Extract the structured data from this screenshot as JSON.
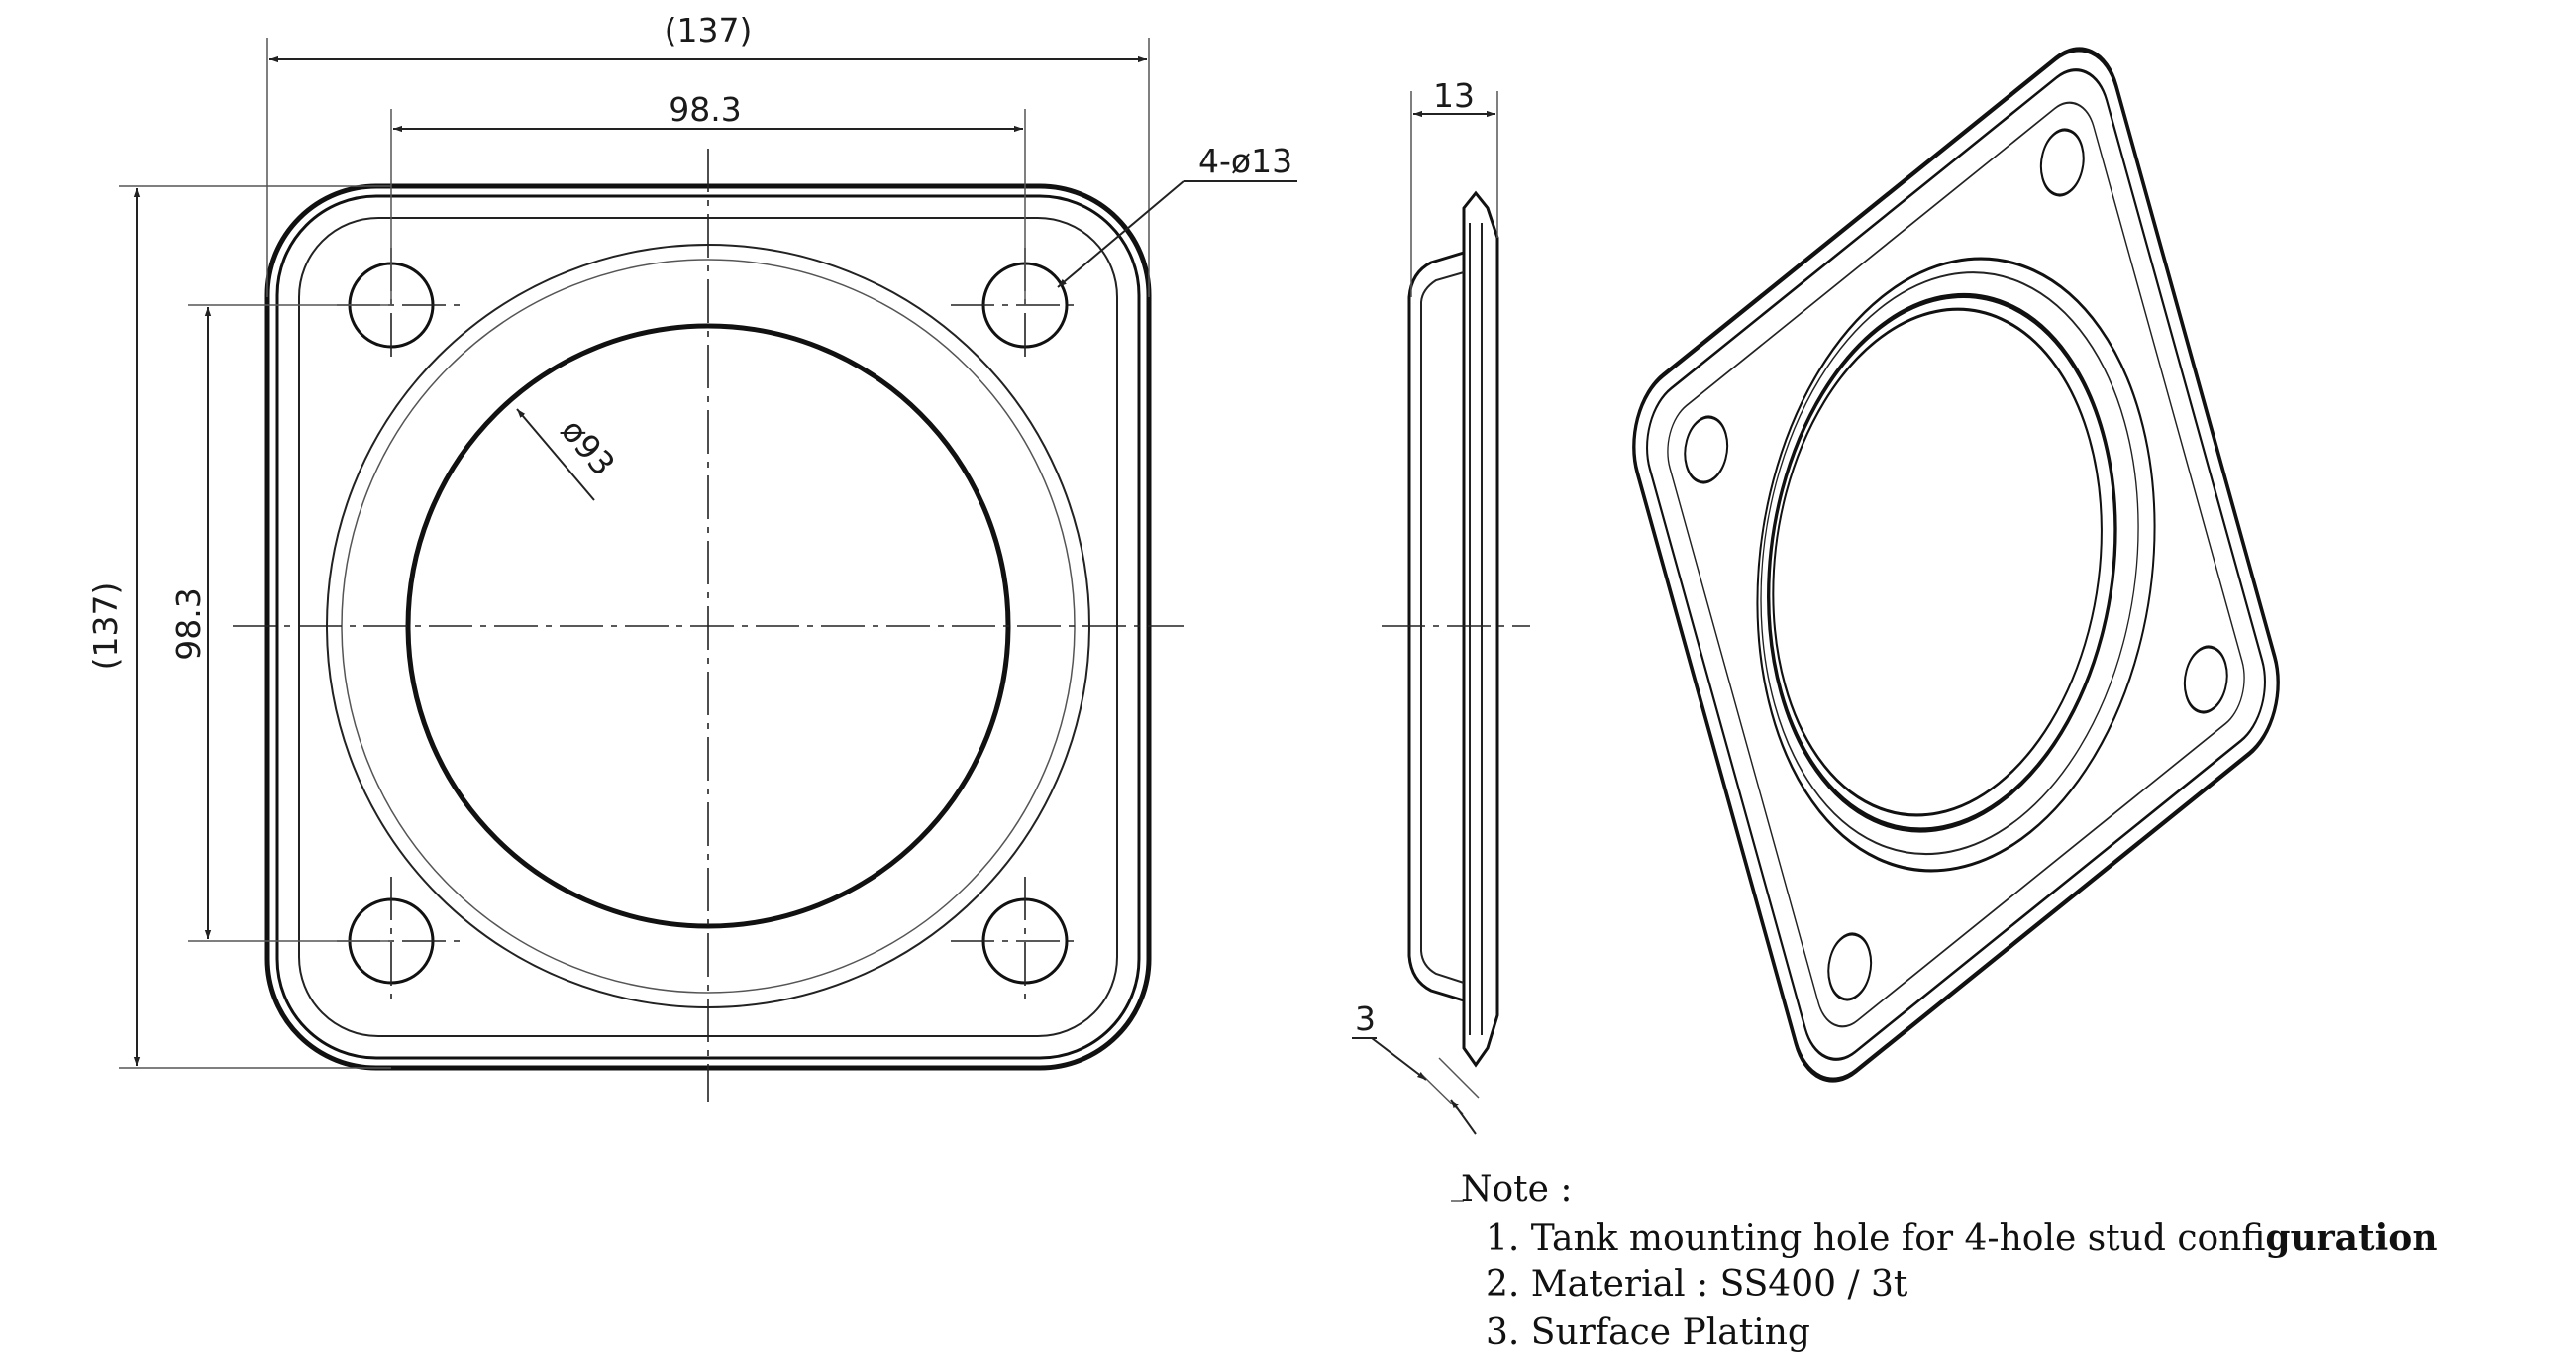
{
  "dimensions": {
    "overall_width": "(137)",
    "hole_spacing_x": "98.3",
    "hole_callout": "4-ø13",
    "inner_diameter": "ø93",
    "overall_height": "(137)",
    "hole_spacing_y": "98.3",
    "side_depth": "13",
    "thickness": "3"
  },
  "notes": {
    "heading": "Note :",
    "item1_prefix": "1. Tank mounting hole for 4-hole stud confi",
    "item1_bold": "guration",
    "item2": "2. Material : SS400 / 3t",
    "item3": "3. Surface Plating"
  }
}
